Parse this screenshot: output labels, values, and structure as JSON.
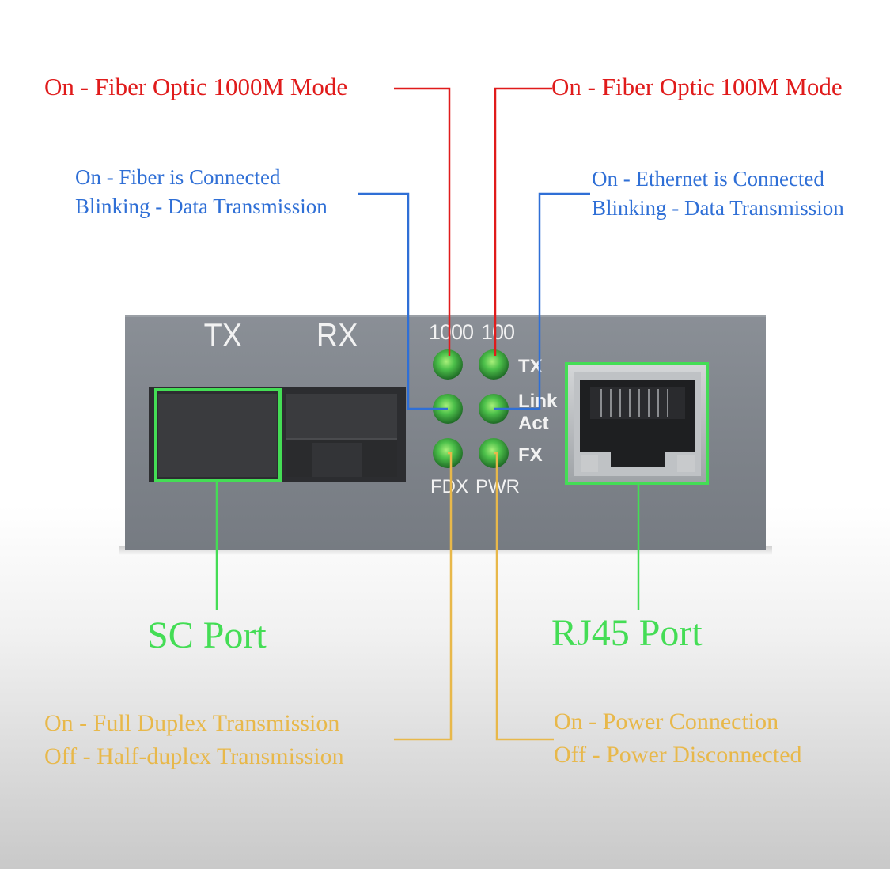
{
  "callouts": {
    "top_left": {
      "text": "On - Fiber Optic 1000M Mode",
      "color": "#e01b1b"
    },
    "top_right": {
      "text": "On - Fiber Optic 100M Mode",
      "color": "#e01b1b"
    },
    "mid_left": {
      "line1": "On - Fiber is Connected",
      "line2": "Blinking - Data Transmission",
      "color": "#2f6fd6"
    },
    "mid_right": {
      "line1": "On - Ethernet is Connected",
      "line2": "Blinking - Data Transmission",
      "color": "#2f6fd6"
    },
    "bottom_left": {
      "line1": "On - Full Duplex Transmission",
      "line2": "Off - Half-duplex Transmission",
      "color": "#e8b84a"
    },
    "bottom_right": {
      "line1": "On - Power Connection",
      "line2": "Off - Power Disconnected",
      "color": "#e8b84a"
    }
  },
  "ports": {
    "sc": {
      "label": "SC Port",
      "color": "#44dd55"
    },
    "rj45": {
      "label": "RJ45 Port",
      "color": "#44dd55"
    }
  },
  "panel": {
    "tx": "TX",
    "rx": "RX",
    "led_1000": "1000",
    "led_100": "100",
    "row_tx": "TX",
    "row_link": "Link",
    "row_act": "Act",
    "row_fx": "FX",
    "led_fdx": "FDX",
    "led_pwr": "PWR"
  },
  "led_color": "#3fb33f"
}
